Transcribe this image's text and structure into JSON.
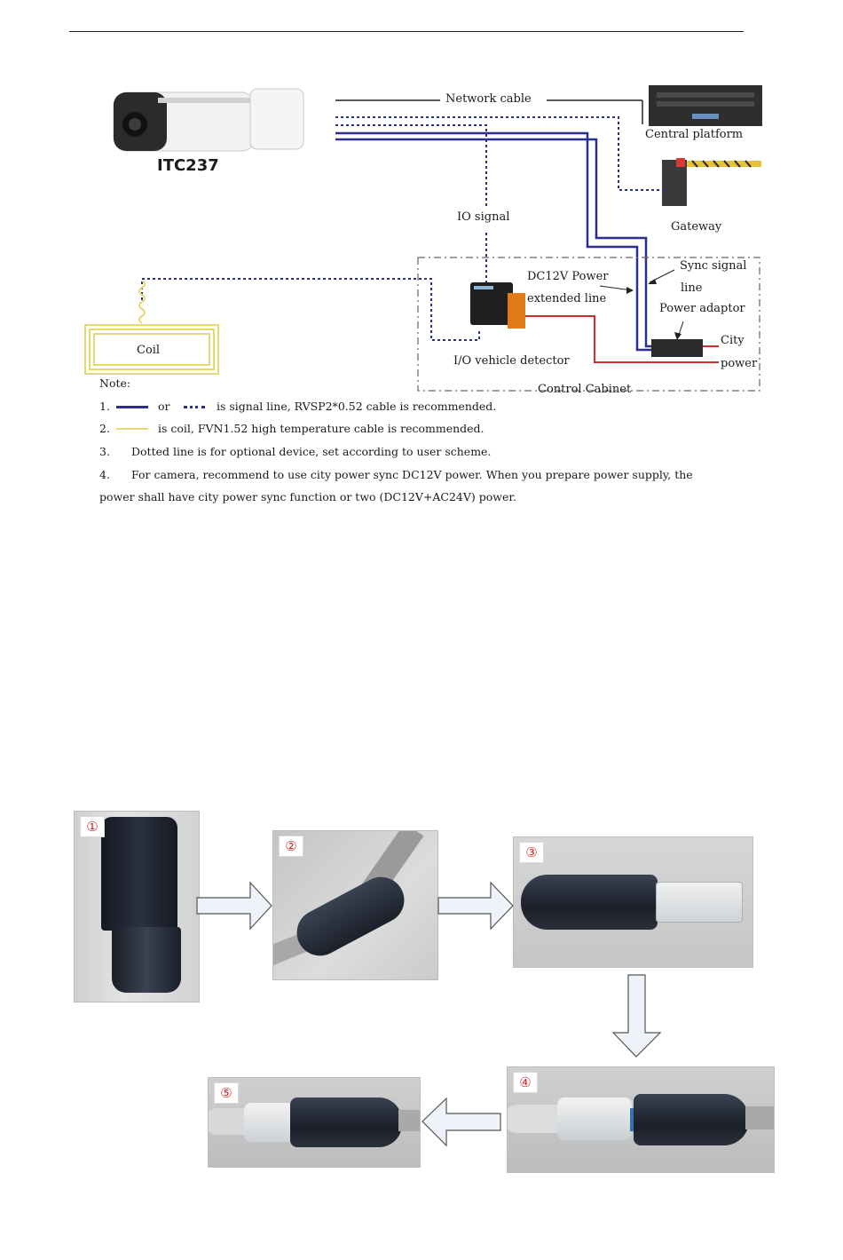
{
  "diagram": {
    "camera_model": "ITC237",
    "labels": {
      "network_cable": "Network cable",
      "central_platform": "Central platform",
      "gateway": "Gateway",
      "io_signal": "IO signal",
      "dc12v_power": "DC12V Power",
      "extended_line": "extended line",
      "sync_signal": "Sync signal",
      "sync_line": "line",
      "power_adaptor": "Power adaptor",
      "city": "City",
      "power": "power",
      "coil": "Coil",
      "io_vehicle_detector": "I/O vehicle detector",
      "control_cabinet": "Control Cabinet"
    }
  },
  "notes": {
    "title": "Note:",
    "n1_num": "1.",
    "n1_or": "or",
    "n1_text": "is signal line, RVSP2*0.52 cable is recommended.",
    "n2_num": "2.",
    "n2_text": "is coil, FVN1.52 high temperature cable is recommended.",
    "n3_num": "3.",
    "n3_text": "Dotted line is for optional device, set according to user scheme.",
    "n4_num": "4.",
    "n4_text_a": "For camera, recommend to use city power sync DC12V power. When you prepare power supply, the",
    "n4_text_b": "power shall have city power sync function or two (DC12V+AC24V) power."
  },
  "steps": [
    {
      "num": "①"
    },
    {
      "num": "②"
    },
    {
      "num": "③"
    },
    {
      "num": "④"
    },
    {
      "num": "⑤"
    }
  ],
  "colors": {
    "signal_line": "#2b2f8f",
    "coil_line": "#e8d870",
    "power_line": "#d22d2d",
    "badge_number": "#d62a2a"
  }
}
